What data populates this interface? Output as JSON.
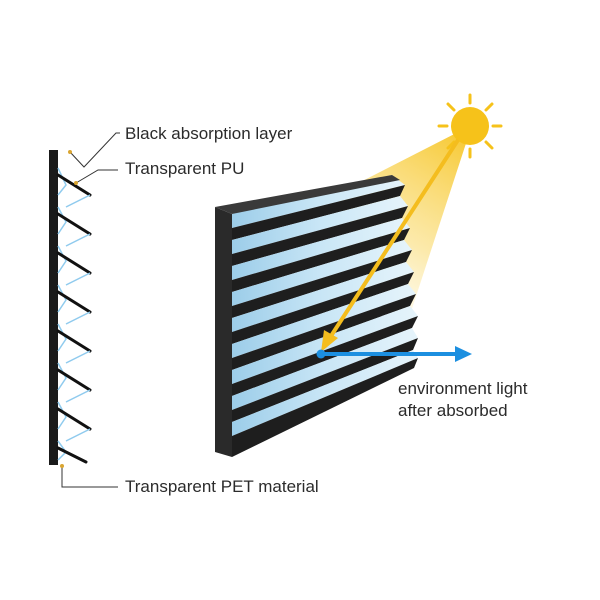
{
  "labels": {
    "black_absorption": "Black absorption layer",
    "transparent_pu": "Transparent PU",
    "transparent_pet": "Transparent PET material",
    "env_light_line1": "environment light",
    "env_light_line2": "after absorbed"
  },
  "colors": {
    "black_layer": "#1a1a1a",
    "pu_layer": "#bfe1f5",
    "sun": "#f6c21a",
    "sun_beam": "#f7c93a",
    "reflected_arrow": "#1c8fe0",
    "leader_line": "#333333",
    "leader_dot": "#d9a531"
  },
  "icons": {
    "sun": "sun-icon"
  }
}
